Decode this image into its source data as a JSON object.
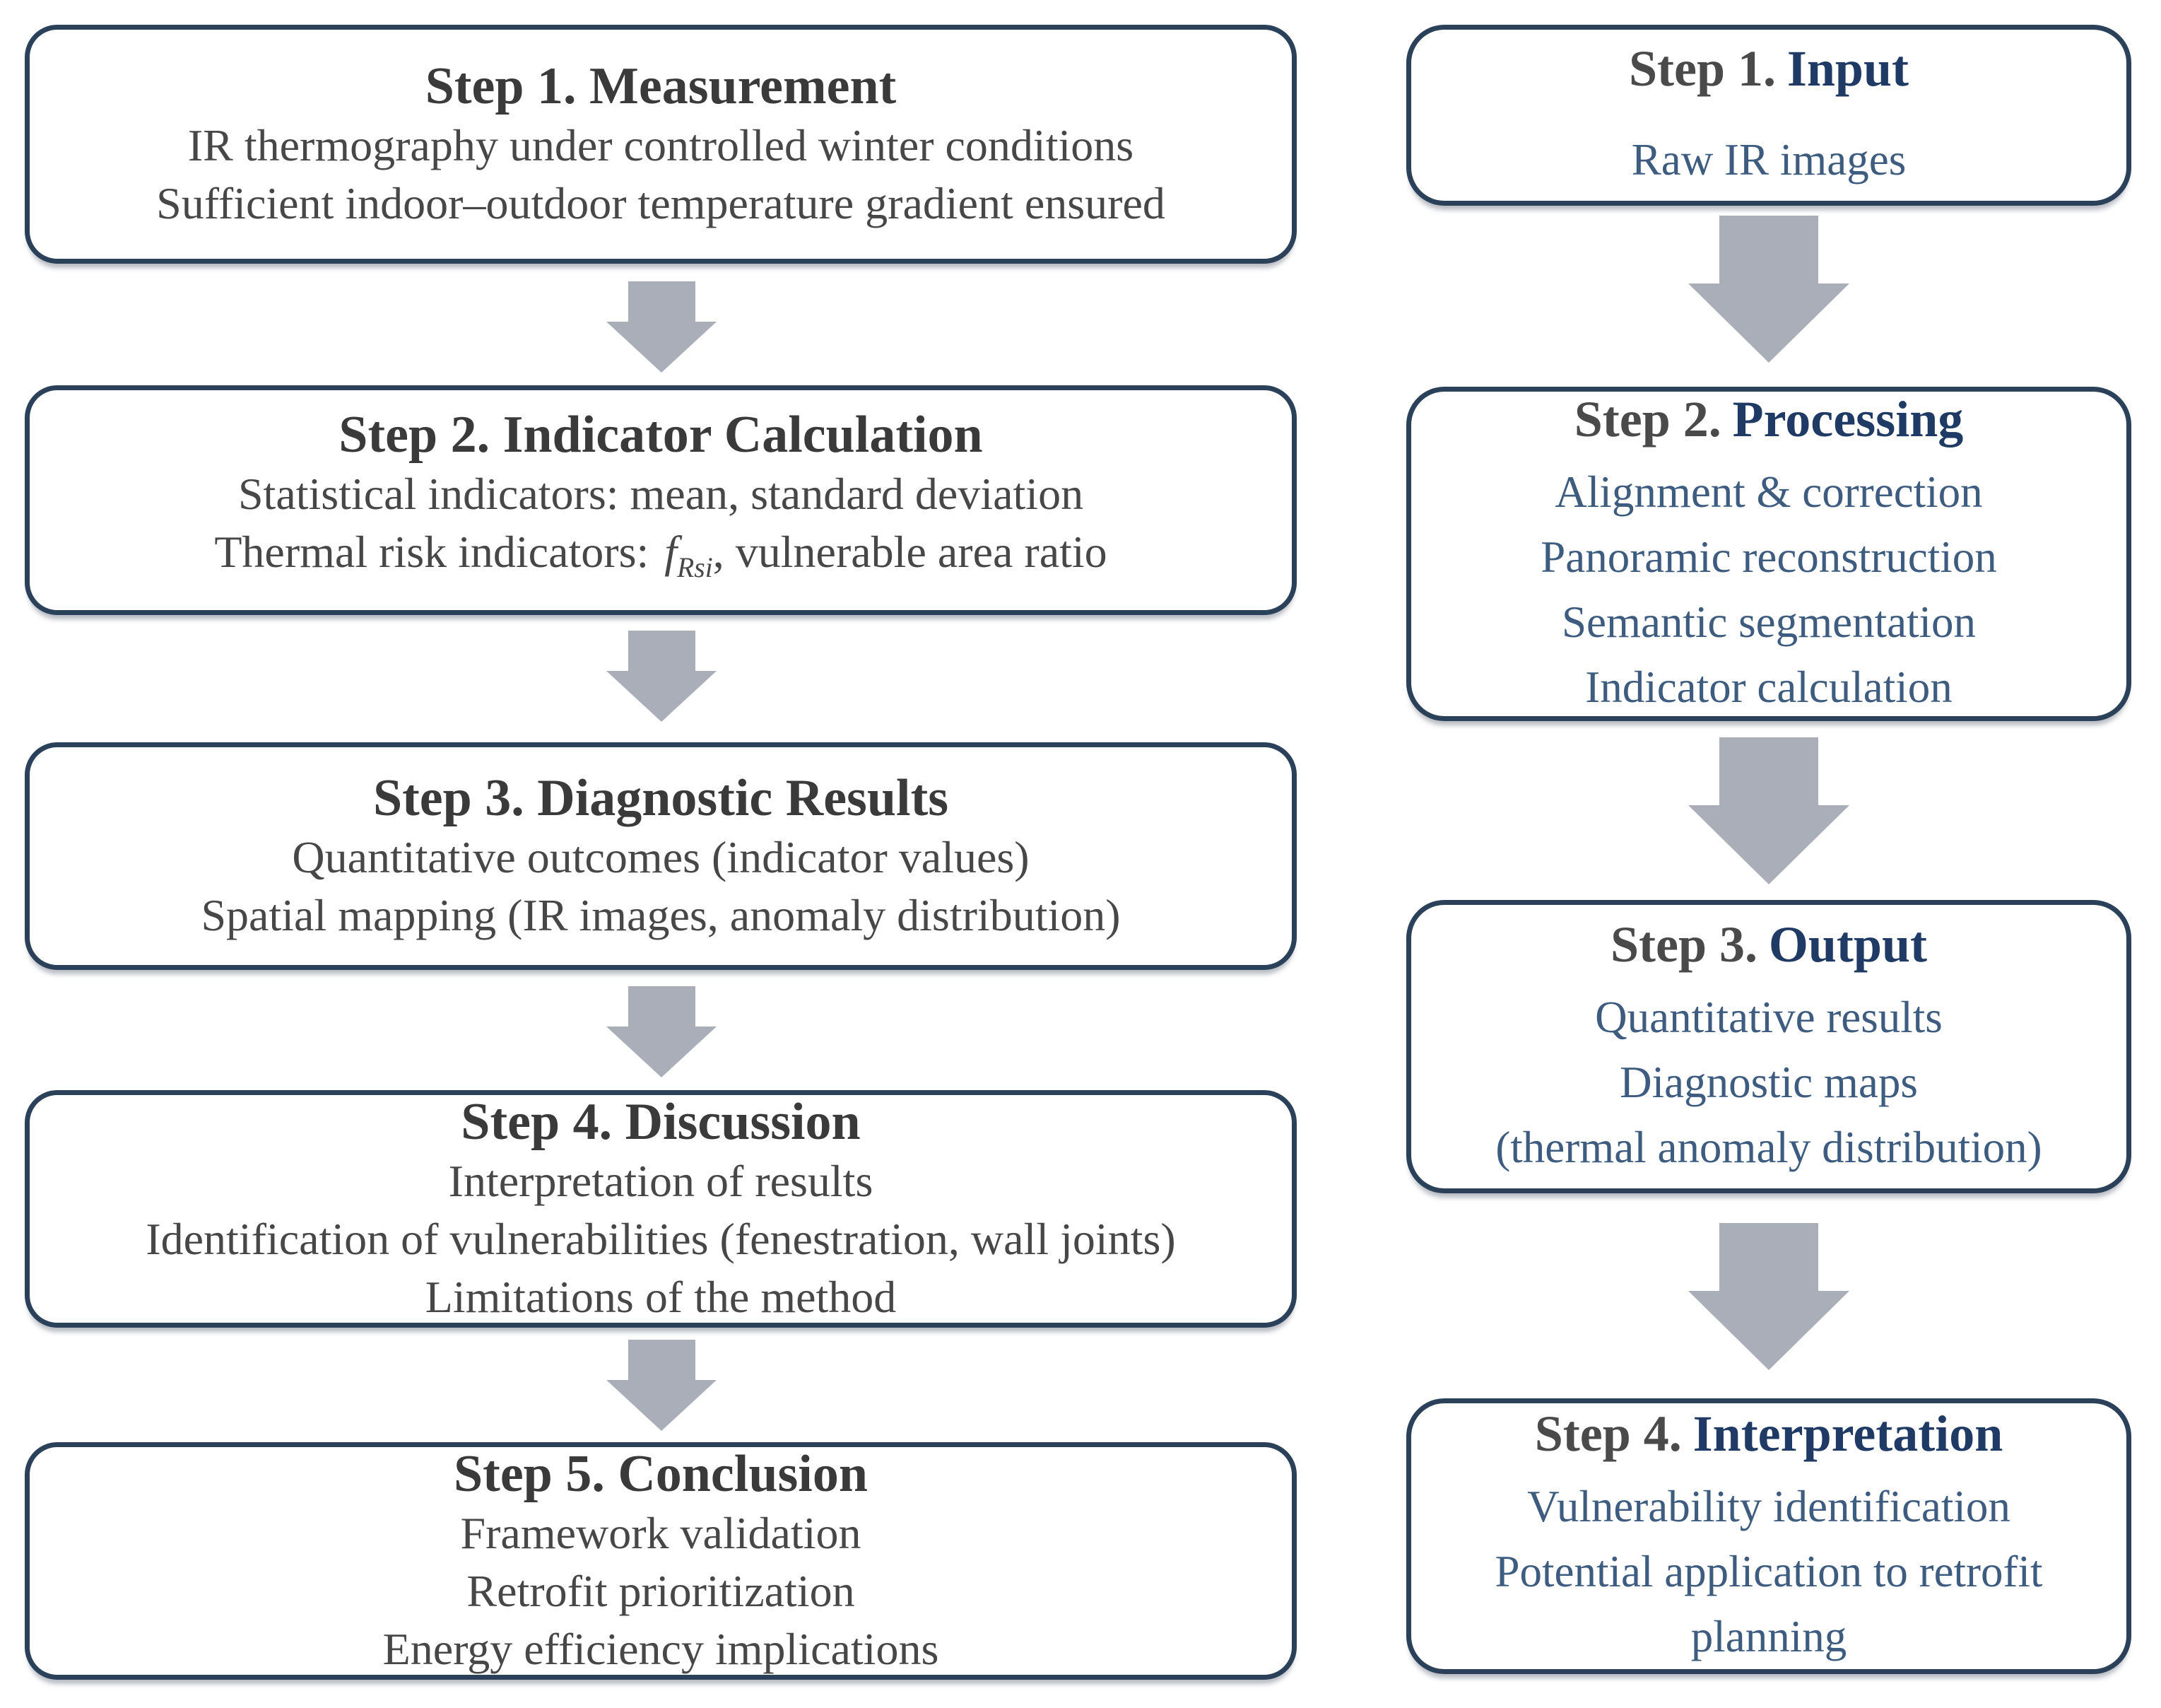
{
  "diagram": {
    "colors": {
      "box_border": "#2a4159",
      "arrow_fill": "#a9aeb8",
      "left_title_text": "#3a3a3a",
      "left_body_text": "#474747",
      "right_step_text": "#4a4a4a",
      "right_title_text": "#1f3a64",
      "right_body_text": "#3e5c80"
    },
    "left_column": {
      "boxes": [
        {
          "title": "Step 1. Measurement",
          "lines": [
            "IR thermography under controlled winter conditions",
            "Sufficient indoor–outdoor temperature gradient ensured"
          ]
        },
        {
          "title": "Step 2. Indicator Calculation",
          "lines": [
            "Statistical indicators: mean, standard deviation"
          ],
          "formula_line": {
            "prefix": "Thermal risk indicators: ",
            "symbol": "f",
            "subscript": "Rsi",
            "suffix": ", vulnerable area ratio"
          }
        },
        {
          "title": "Step 3. Diagnostic Results",
          "lines": [
            "Quantitative outcomes (indicator values)",
            "Spatial mapping (IR images, anomaly distribution)"
          ]
        },
        {
          "title": "Step 4. Discussion",
          "lines": [
            "Interpretation of results",
            "Identification of vulnerabilities (fenestration, wall joints)",
            "Limitations of the method"
          ]
        },
        {
          "title": "Step 5. Conclusion",
          "lines": [
            "Framework validation",
            "Retrofit prioritization",
            "Energy efficiency implications"
          ]
        }
      ]
    },
    "right_column": {
      "boxes": [
        {
          "step": "Step 1.",
          "title": "Input",
          "lines": [
            "Raw IR images"
          ]
        },
        {
          "step": "Step 2.",
          "title": "Processing",
          "lines": [
            "Alignment & correction",
            "Panoramic reconstruction",
            "Semantic segmentation",
            "Indicator calculation"
          ]
        },
        {
          "step": "Step 3.",
          "title": "Output",
          "lines": [
            "Quantitative results",
            "Diagnostic maps",
            "(thermal anomaly distribution)"
          ]
        },
        {
          "step": "Step 4.",
          "title": "Interpretation",
          "lines": [
            "Vulnerability identification",
            "Potential application to retrofit",
            "planning"
          ]
        }
      ]
    }
  }
}
